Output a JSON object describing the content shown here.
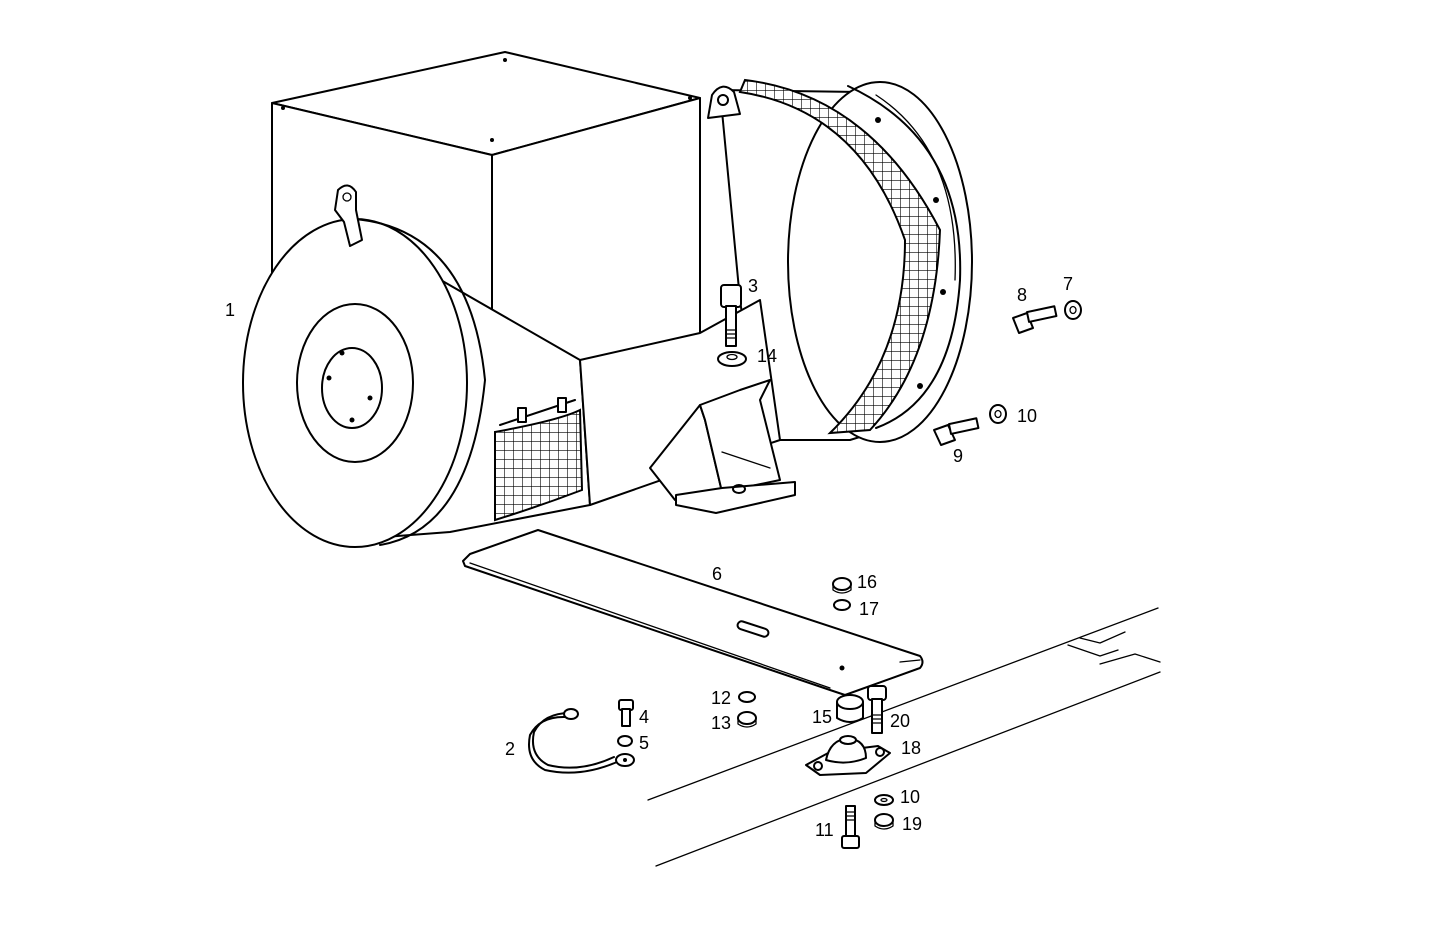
{
  "parts": [
    {
      "id": "p1",
      "number": "1"
    },
    {
      "id": "p2",
      "number": "2"
    },
    {
      "id": "p3",
      "number": "3"
    },
    {
      "id": "p4",
      "number": "4"
    },
    {
      "id": "p5",
      "number": "5"
    },
    {
      "id": "p6",
      "number": "6"
    },
    {
      "id": "p7",
      "number": "7"
    },
    {
      "id": "p8",
      "number": "8"
    },
    {
      "id": "p9",
      "number": "9"
    },
    {
      "id": "p10a",
      "number": "10"
    },
    {
      "id": "p10b",
      "number": "10"
    },
    {
      "id": "p11",
      "number": "11"
    },
    {
      "id": "p12",
      "number": "12"
    },
    {
      "id": "p13",
      "number": "13"
    },
    {
      "id": "p14",
      "number": "14"
    },
    {
      "id": "p15",
      "number": "15"
    },
    {
      "id": "p16",
      "number": "16"
    },
    {
      "id": "p17",
      "number": "17"
    },
    {
      "id": "p18",
      "number": "18"
    },
    {
      "id": "p19",
      "number": "19"
    },
    {
      "id": "p20",
      "number": "20"
    }
  ]
}
